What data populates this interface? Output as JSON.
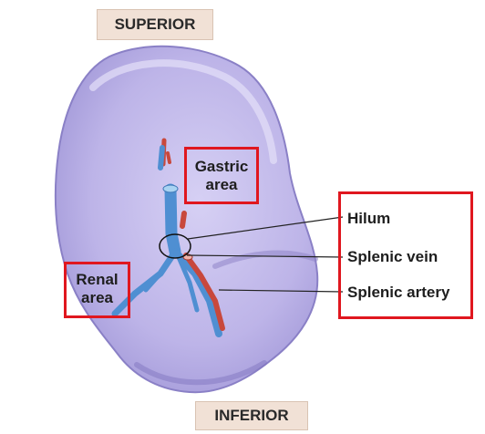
{
  "orientation": {
    "superior": "SUPERIOR",
    "inferior": "INFERIOR"
  },
  "areas": {
    "gastric_line1": "Gastric",
    "gastric_line2": "area",
    "renal_line1": "Renal",
    "renal_line2": "area"
  },
  "callouts": {
    "hilum": "Hilum",
    "splenic_vein": "Splenic vein",
    "splenic_artery": "Splenic artery"
  },
  "colors": {
    "highlight_box": "#e0171f",
    "orientation_tag": "#f1e1d6",
    "spleen_surface": "#bcb3e6",
    "vein": "#4f8fd2",
    "artery": "#c8483c"
  }
}
